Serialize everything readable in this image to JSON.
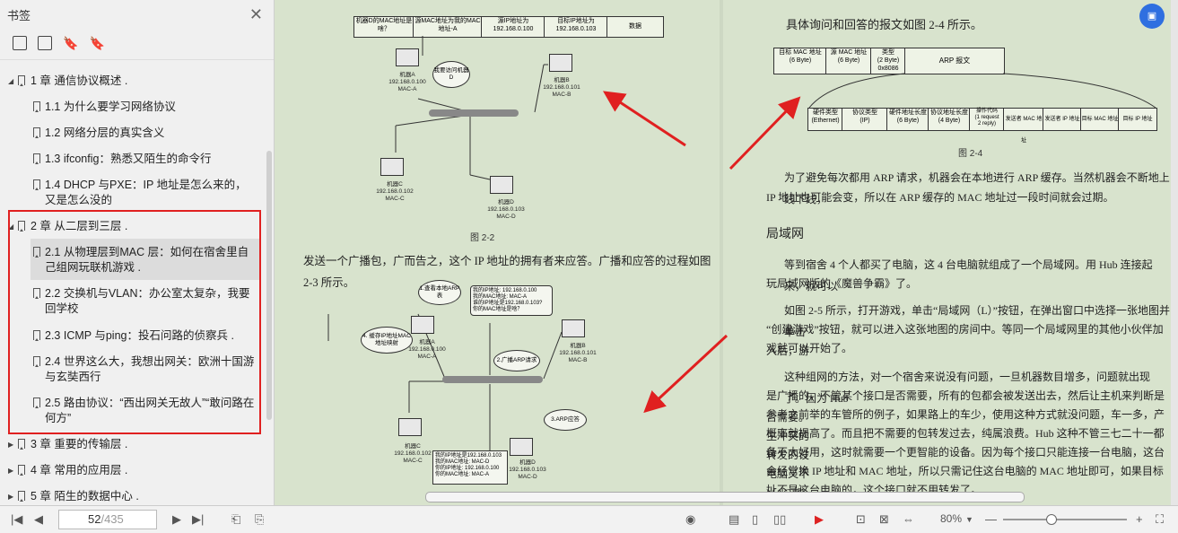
{
  "sidebar": {
    "title": "书签",
    "items": [
      {
        "label": "1 章 通信协议概述 .",
        "level": 0,
        "expanded": true
      },
      {
        "label": "1.1 为什么要学习网络协议",
        "level": 1
      },
      {
        "label": "1.2 网络分层的真实含义",
        "level": 1
      },
      {
        "label": "1.3 ifconfig：熟悉又陌生的命令行",
        "level": 1
      },
      {
        "label": "1.4 DHCP 与PXE：IP 地址是怎么来的，又是怎么没的",
        "level": 1
      },
      {
        "label": "2 章 从二层到三层 .",
        "level": 0,
        "expanded": true
      },
      {
        "label": "2.1 从物理层到MAC 层：如何在宿舍里自己组网玩联机游戏 .",
        "level": 1,
        "selected": true
      },
      {
        "label": "2.2 交换机与VLAN：办公室太复杂，我要回学校",
        "level": 1
      },
      {
        "label": "2.3 ICMP 与ping：投石问路的侦察兵 .",
        "level": 1
      },
      {
        "label": "2.4 世界这么大，我想出网关：欧洲十国游与玄奘西行",
        "level": 1
      },
      {
        "label": "2.5 路由协议：“西出网关无故人”“敢问路在何方”",
        "level": 1
      },
      {
        "label": "3 章 重要的传输层 .",
        "level": 0
      },
      {
        "label": "4 章 常用的应用层 .",
        "level": 0
      },
      {
        "label": "5 章 陌生的数据中心 .",
        "level": 0
      }
    ]
  },
  "left_page": {
    "fig22_header": [
      "机器D的MAC地址是啥？",
      "源MAC地址为我的MAC 地址-A",
      "源IP地址为192.168.0.100",
      "目标IP地址为192.168.0.103",
      "数据"
    ],
    "fig22_caption": "图 2-2",
    "machineA": "机器A\n192.168.0.100\nMAC-A",
    "machineB": "机器B\n192.168.0.101\nMAC-B",
    "machineC": "机器C\n192.168.0.102\nMAC-C",
    "machineD": "机器D\n192.168.0.103\nMAC-D",
    "bubble_a": "我要访问机器D",
    "para": "发送一个广播包，广而告之，这个 IP 地址的拥有者来应答。广播和应答的过程如图 2-3 所示。",
    "bubble1": "1.查看本地ARP表",
    "query_box": "我的IP地址: 192.168.0.100\n我的MAC地址: MAC-A\n谁的IP地址是192.168.0.103?\n你的MAC地址是啥？",
    "bubble4": "4. 缓存IP地址MAC地址映射",
    "bubble2": "2.广播ARP请求",
    "bubble3": "3.ARP应答",
    "reply_box": "我的IP地址是192.168.0.103\n我的MAC地址: MAC-D\n你的IP地址: 192.168.0.100\n你的MAC地址: MAC-A"
  },
  "right_page": {
    "intro": "具体询问和回答的报文如图 2-4 所示。",
    "fig24_top": [
      "目标 MAC 地址\n(6 Byte)",
      "源 MAC 地址\n(6 Byte)",
      "类型\n(2 Byte)\n0x8086",
      "ARP 报文"
    ],
    "fig24_bottom": [
      "硬件类型\n(Ethernet)",
      "协议类型\n(IP)",
      "硬件地址长度\n(6 Byte)",
      "协议地址长度\n(4 Byte)",
      "操作代码\n(1 request\n2 reply)",
      "发送者 MAC 地址",
      "发送者 IP 地址",
      "目标 MAC 地址",
      "目标 IP 地址"
    ],
    "fig24_caption": "图 2-4",
    "para1_l1": "为了避免每次都用 ARP 请求，机器会在本地进行 ARP 缓存。当然机器会不断地上线下线，",
    "para1_l2": "IP 地址也可能会变，所以在 ARP 缓存的 MAC 地址过一段时间就会过期。",
    "heading": "局域网",
    "para2_l1": "等到宿舍 4 个人都买了电脑，这 4 台电脑就组成了一个局域网。用 Hub 连接起来，就可以",
    "para2_l2": "玩局域网版的《魔兽争霸》了。",
    "para3_l1": "如图 2-5 所示，打开游戏，单击“局域网（L）”按钮，在弹出窗口中选择一张地图并单击",
    "para3_l2": "“创建游戏”按钮，就可以进入这张地图的房间中。等同一个局域网里的其他小伙伴加入后，游",
    "para3_l3": "戏就可以开始了。",
    "para4_l1": "这种组网的方法，对一个宿舍来说没有问题，一旦机器数目增多，问题就出现了。因为 Hub",
    "para4_l2": "是广播的，不管某个接口是否需要，所有的包都会被发送出去，然后让主机来判断是否需要。",
    "para4_l3": "参考之前举的车管所的例子，如果路上的车少，使用这种方式就没问题，车一多，产生冲突的",
    "para4_l4": "概率就提高了。而且把不需要的包转发过去，纯属浪费。Hub 这种不管三七二十一都转发的设",
    "para4_l5": "备不太好用，这时就需要一个更智能的设备。因为每个接口只能连接一台电脑，这台电脑又不",
    "para4_l6": "会经常换 IP 地址和 MAC 地址，所以只需记住这台电脑的 MAC 地址即可，如果目标 MAC 地",
    "para4_l7": "址不是这台电脑的，这个接口就不用转发了。"
  },
  "bottom_bar": {
    "page_current": "52",
    "page_total": "/435",
    "zoom": "80%"
  },
  "colors": {
    "accent_red": "#e02020",
    "page_bg": "#d8e3cd",
    "float_btn": "#2f6fe0"
  }
}
